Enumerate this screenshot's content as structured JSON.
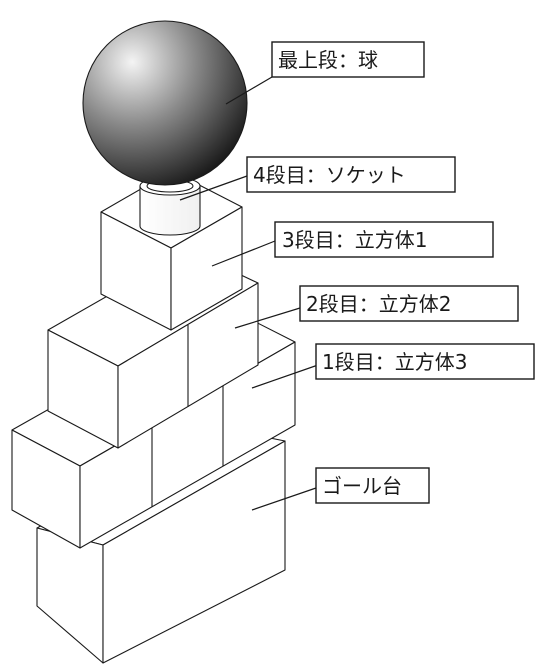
{
  "labels": {
    "top_ball": "最上段：球",
    "socket": "4段目：ソケット",
    "cube1": "3段目：立方体1",
    "cube2": "2段目：立方体2",
    "cube3": "1段目：立方体3",
    "goal_base": "ゴール台"
  },
  "colors": {
    "line": "#1a1a1a",
    "background": "#ffffff",
    "sphere_highlight": "#f2f2f2",
    "sphere_shadow": "#1c1c1c"
  }
}
